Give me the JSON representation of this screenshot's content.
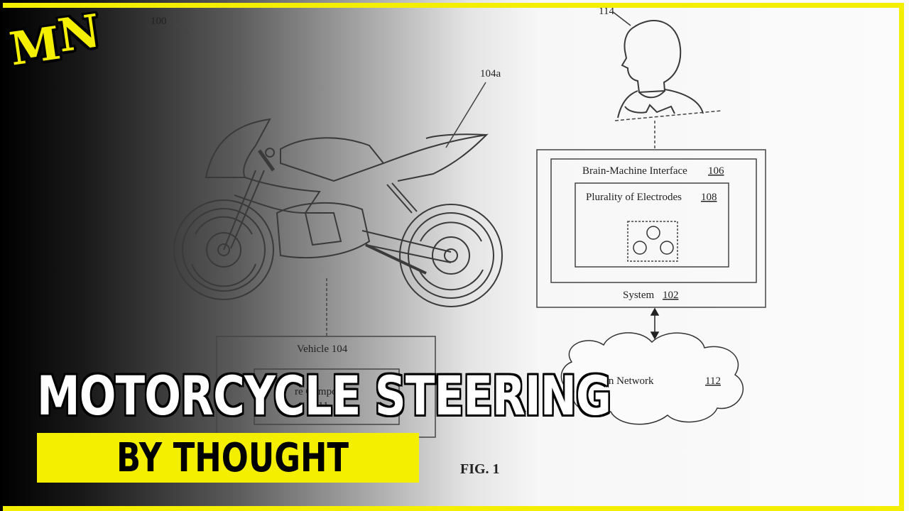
{
  "headline": "MOTORCYCLE STEERING",
  "subheadline": "BY THOUGHT",
  "logo": {
    "letter1": "M",
    "letter2": "N"
  },
  "figure": {
    "ref_100": "100",
    "ref_114": "114",
    "ref_104a": "104a",
    "vehicle_label": "Vehicle 104",
    "vehicle_inner_text": "re Compon",
    "vehicle_inner_num": "11",
    "bmi_label": "Brain-Machine Interface",
    "bmi_num": "106",
    "electrodes_label": "Plurality of Electrodes",
    "electrodes_num": "108",
    "system_label": "System",
    "system_num": "102",
    "network_label": "nication Network",
    "network_num": "112",
    "fig_label": "FIG. 1"
  },
  "colors": {
    "accent_yellow": "#f4ef00",
    "text_white": "#ffffff",
    "line_gray": "#333333"
  }
}
